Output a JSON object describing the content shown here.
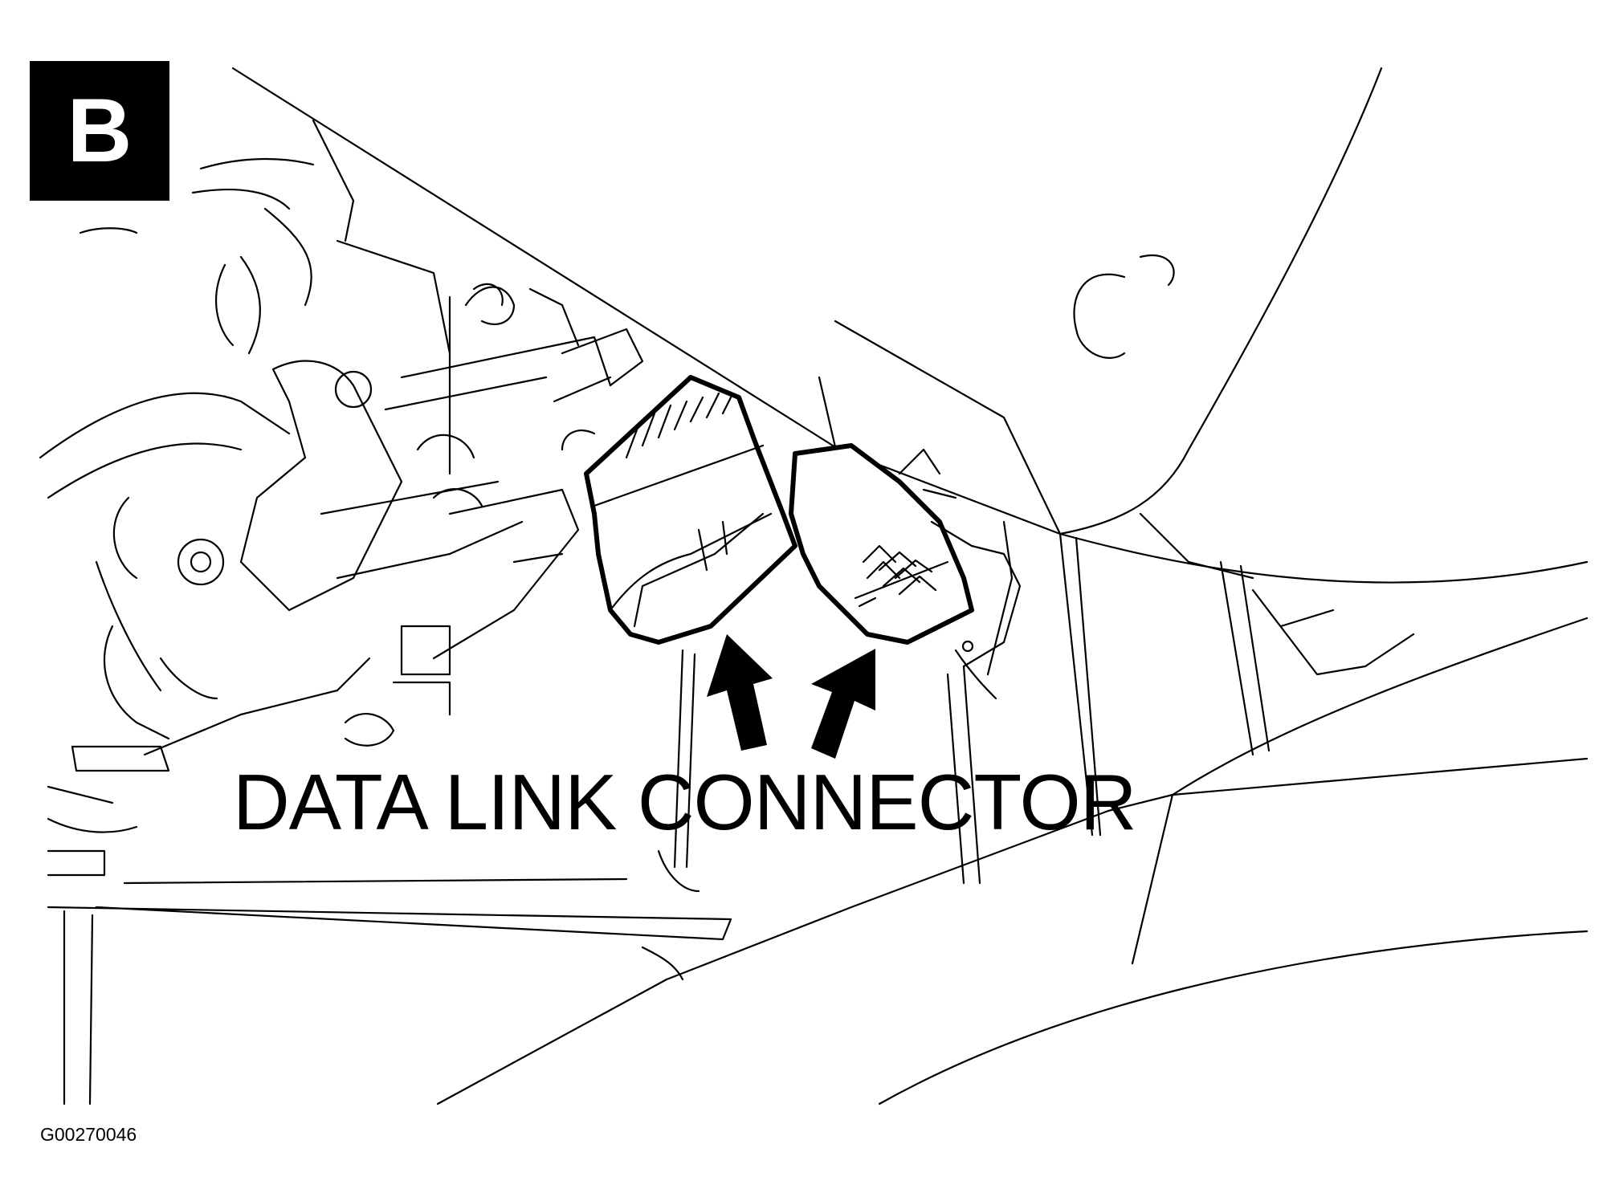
{
  "figure": {
    "badge_letter": "B",
    "callout_label": "DATA LINK CONNECTOR",
    "figure_id": "G00270046"
  },
  "icons": {
    "arrow_left": "up-arrow-icon",
    "arrow_right": "up-right-arrow-icon"
  }
}
